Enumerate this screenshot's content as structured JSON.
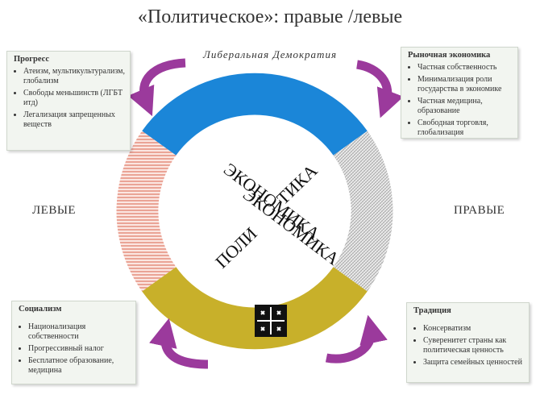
{
  "title": "«Политическое»: правые /левые",
  "top_label": "Либеральная Демократия",
  "left_label": "ЛЕВЫЕ",
  "right_label": "ПРАВЫЕ",
  "cross_labels": {
    "ekonomika_top": "ЭКОНОМИКА",
    "poli": "ПОЛИ",
    "tika": "ТИКА",
    "ekonomika_bottom": "ЭКОНОМИКА"
  },
  "boxes": {
    "progress": {
      "title": "Прогресс",
      "items": [
        "Атеизм, мультикультурализм, глобализм",
        "Свободы меньшинств (ЛГБТ итд)",
        "Легализация запрещенных веществ"
      ]
    },
    "market": {
      "title": "Рыночная экономика",
      "items": [
        "Частная собственность",
        "Минимализация роли государства в экономике",
        "Частная медицина, образование",
        "Свободная торговля, глобализация"
      ]
    },
    "socialism": {
      "title": "Социализм",
      "items": [
        "Национализация собственности",
        "Прогрессивный налог",
        "Бесплатное образование, медицина"
      ]
    },
    "tradition": {
      "title": "Традиция",
      "items": [
        "Консерватизм",
        "Суверенитет страны как политическая ценность",
        "Защита семейных ценностей"
      ]
    }
  },
  "colors": {
    "top_segment": "#1b86d8",
    "left_segment": "#e08070",
    "right_segment": "#b8b8b8",
    "bottom_segment": "#c8b02a",
    "arrow": "#9b3a9c"
  },
  "icons": {
    "logo": "four-crosses-emblem",
    "arrows": "curved-arrow"
  }
}
